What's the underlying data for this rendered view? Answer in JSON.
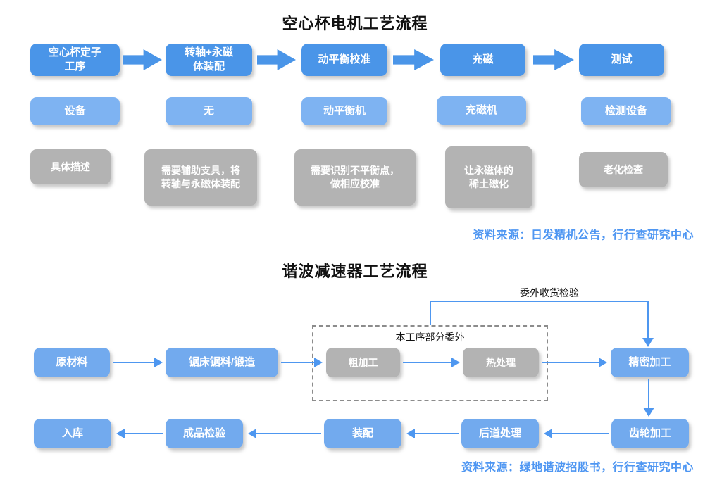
{
  "colors": {
    "blue1": "#4A95E8",
    "blue2": "#7EB3F2",
    "blue3": "#72AAEE",
    "gray": "#B3B3B3",
    "arrow": "#4E97F0",
    "src": "#4E96F2",
    "ink": "#111111"
  },
  "motor_flow": {
    "title": "空心杯电机工艺流程",
    "process_row": [
      "空心杯定子\n工序",
      "转轴+永磁\n体装配",
      "动平衡校准",
      "充磁",
      "测试"
    ],
    "equipment_row": [
      "设备",
      "无",
      "动平衡机",
      "充磁机",
      "检测设备"
    ],
    "description_row": [
      "具体描述",
      "需要辅助支具，将\n转轴与永磁体装配",
      "需要识别不平衡点，\n做相应校准",
      "让永磁体的\n稀土磁化",
      "老化检查"
    ],
    "source": "资料来源：日发精机公告，行行查研究中心"
  },
  "harmonic_flow": {
    "title": "谐波减速器工艺流程",
    "outsource_inspection_label": "委外收货检验",
    "dashed_box_label": "本工序部分委外",
    "nodes": {
      "raw_material": "原材料",
      "sawing_forging": "锯床锯料/锻造",
      "rough_machining": "粗加工",
      "heat_treatment": "热处理",
      "precision_machining": "精密加工",
      "gear_machining": "齿轮加工",
      "post_processing": "后道处理",
      "assembly": "装配",
      "final_inspection": "成品检验",
      "warehousing": "入库"
    },
    "source": "资料来源：绿地谐波招股书，行行查研究中心"
  }
}
